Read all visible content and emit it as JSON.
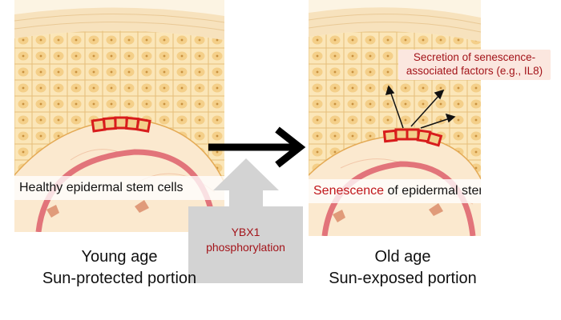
{
  "left_panel": {
    "band_text": "Healthy epidermal stem cells",
    "caption_line1": "Young age",
    "caption_line2": "Sun-protected portion"
  },
  "right_panel": {
    "band_red_word": "Senescence",
    "band_rest": " of epidermal stem",
    "caption_line1": "Old age",
    "caption_line2": "Sun-exposed portion",
    "secretion_line1": "Secretion of senescence-",
    "secretion_line2": "associated factors (e.g., IL8)"
  },
  "center": {
    "label_line1": "YBX1",
    "label_line2": "phosphorylation"
  },
  "colors": {
    "skin_light": "#fbecc6",
    "skin_cell": "#f5d698",
    "membrane": "#e8b86a",
    "stem_cell_outline": "#d81c1c",
    "vessel": "#e2747a",
    "accent_text": "#a3141a",
    "box_grey": "#d3d3d3"
  }
}
